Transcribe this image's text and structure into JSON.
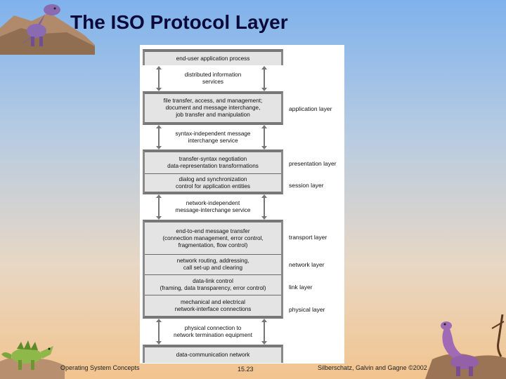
{
  "title": "The ISO Protocol Layer",
  "diagram": {
    "boxes": [
      {
        "rows": [
          "end-user application process"
        ]
      },
      {
        "rows": [
          "file transfer, access, and management;\ndocument and message interchange,\njob transfer and manipulation"
        ]
      },
      {
        "rows": [
          "transfer-syntax negotiation\ndata-representation transformations",
          "dialog and synchronization\ncontrol for application entities"
        ]
      },
      {
        "rows": [
          "end-to-end message transfer\n(connection management, error control,\nfragmentation, flow control)",
          "network routing, addressing,\ncall set-up and clearing",
          "data-link control\n(framing, data transparency, error control)",
          "mechanical and electrical\nnetwork-interface connections"
        ]
      },
      {
        "rows": [
          "data-communication network"
        ]
      }
    ],
    "gaps": [
      "distributed information\nservices",
      "syntax-independent message\ninterchange service",
      "network-independent\nmessage-interchange service",
      "physical connection to\nnetwork termination equipment"
    ],
    "layers": [
      "application layer",
      "presentation layer",
      "session layer",
      "transport layer",
      "network layer",
      "link layer",
      "physical layer"
    ]
  },
  "footer": {
    "left": "Operating System Concepts",
    "center": "15.23",
    "right": "Silberschatz, Galvin and  Gagne ©2002"
  }
}
